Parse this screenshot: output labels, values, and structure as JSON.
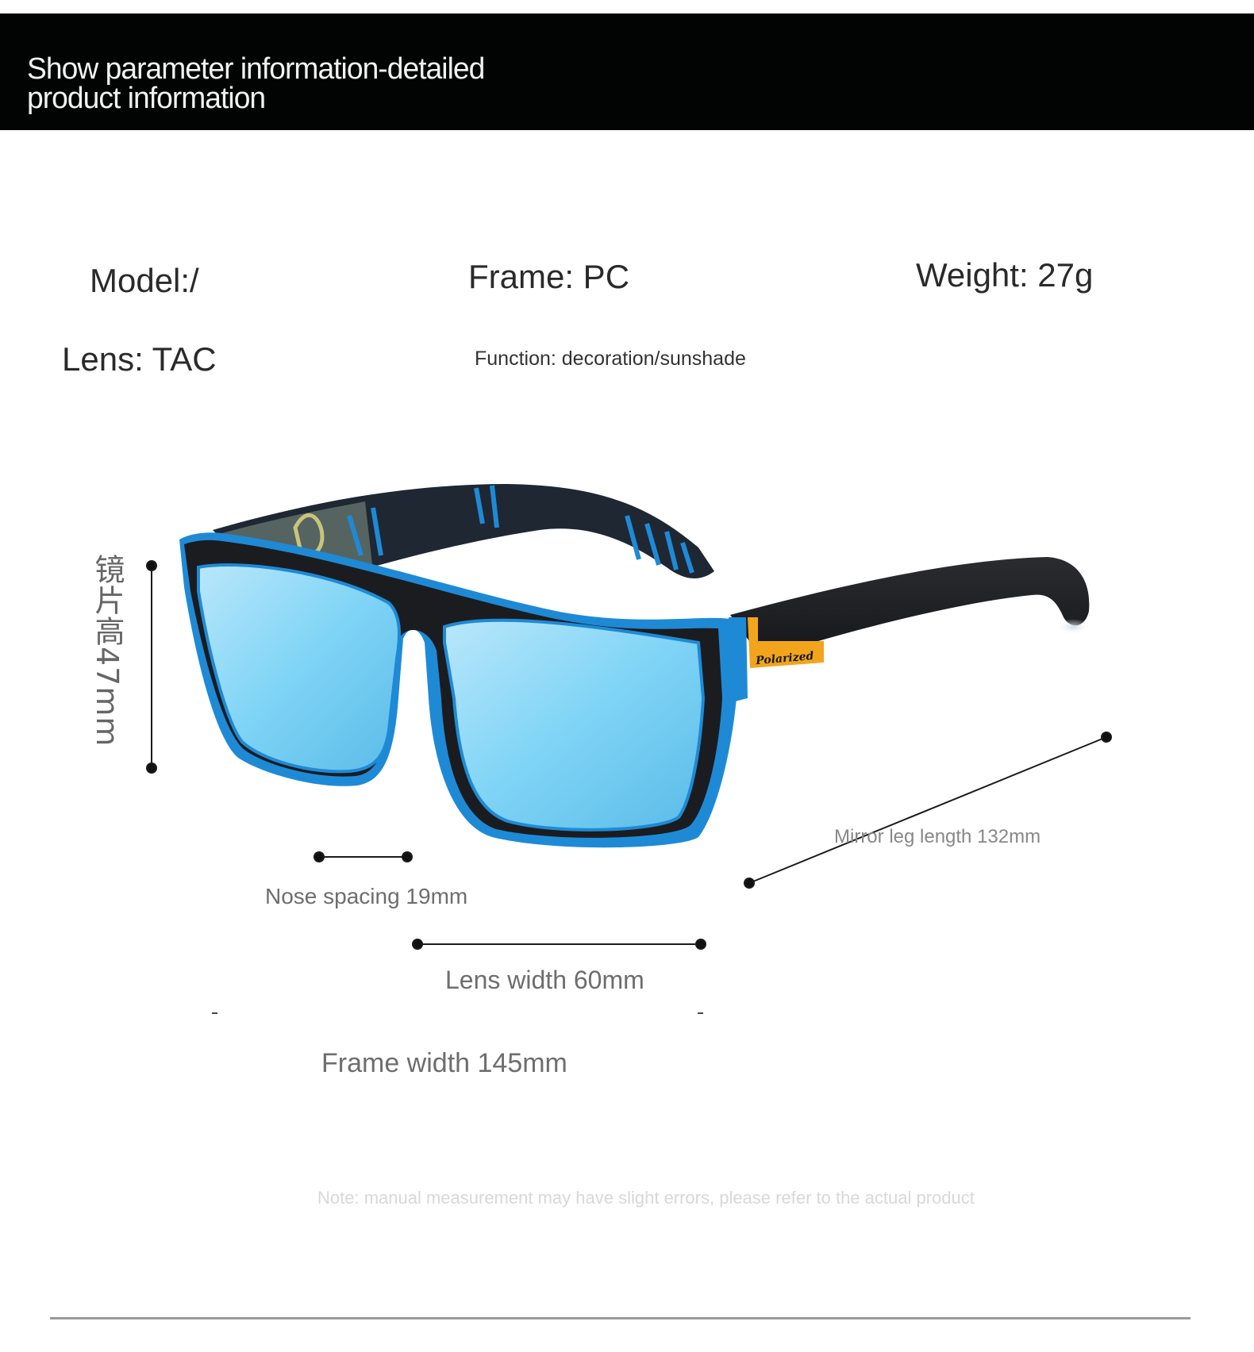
{
  "header": {
    "title_line1": "Show parameter information-detailed",
    "title_line2": "product information",
    "background": "#020303"
  },
  "specs": {
    "model": "Model:/",
    "frame": "Frame: PC",
    "weight": "Weight: 27g",
    "lens": "Lens: TAC",
    "function": "Function: decoration/sunshade"
  },
  "product_image": {
    "subject": "sunglasses",
    "frame_color": "#1c1d22",
    "accent_color": "#1e8ad6",
    "lens_color": "#7dd3f5",
    "badge_label": "Polarized",
    "badge_color": "#f2a51c"
  },
  "dimensions": {
    "lens_height": "镜片高47mm",
    "nose_spacing": "Nose spacing 19mm",
    "lens_width": "Lens width 60mm",
    "frame_width": "Frame width 145mm",
    "temple_length": "Mirror leg length 132mm"
  },
  "note": "Note: manual measurement may have slight errors, please refer to the actual product"
}
